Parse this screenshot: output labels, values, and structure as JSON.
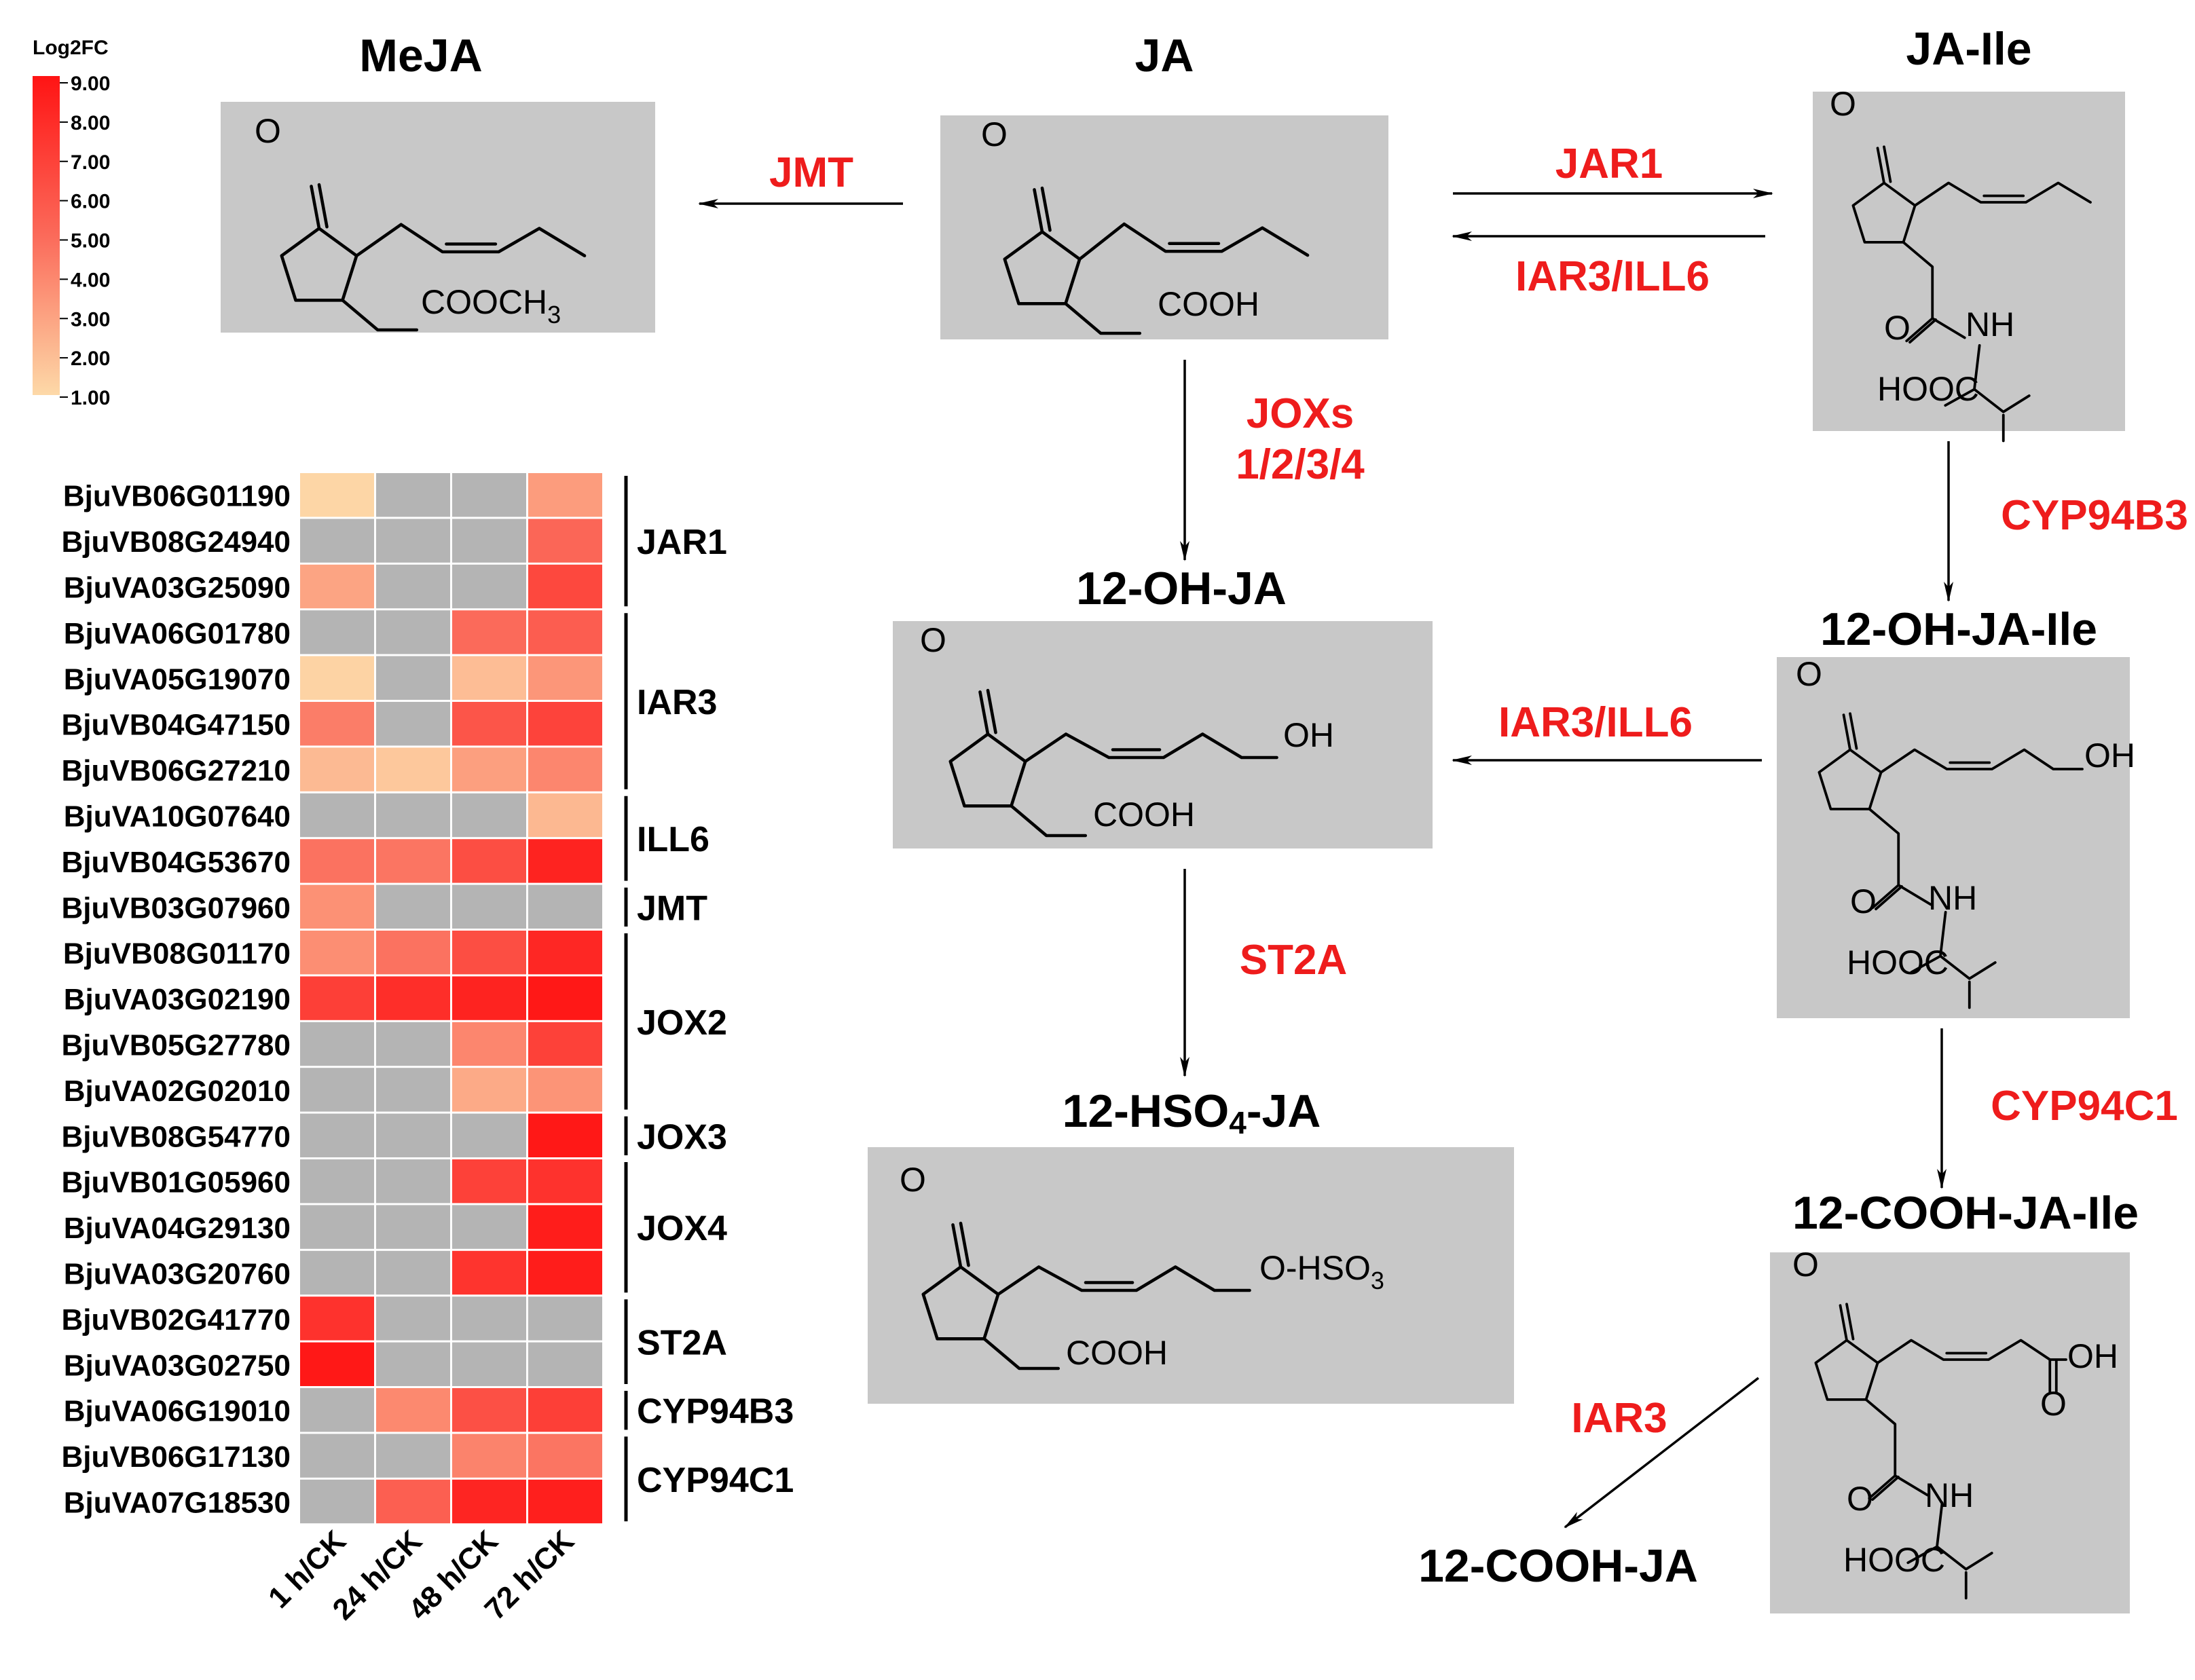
{
  "legend": {
    "title": "Log2FC",
    "ticks": [
      "9.00",
      "8.00",
      "7.00",
      "6.00",
      "5.00",
      "4.00",
      "3.00",
      "2.00",
      "1.00"
    ],
    "color_low": "#fdd9a8",
    "color_high": "#ff1414",
    "na_color": "#b4b4b4"
  },
  "heatmap": {
    "columns": [
      "1 h/CK",
      "24 h/CK",
      "48 h/CK",
      "72 h/CK"
    ],
    "rows": [
      {
        "gene": "BjuVB06G01190",
        "values": [
          1.1,
          null,
          null,
          3.2
        ]
      },
      {
        "gene": "BjuVB08G24940",
        "values": [
          null,
          null,
          null,
          5.2
        ]
      },
      {
        "gene": "BjuVA03G25090",
        "values": [
          2.9,
          null,
          null,
          6.6
        ]
      },
      {
        "gene": "BjuVA06G01780",
        "values": [
          null,
          null,
          5.0,
          5.6
        ]
      },
      {
        "gene": "BjuVA05G19070",
        "values": [
          1.2,
          null,
          2.0,
          3.4
        ]
      },
      {
        "gene": "BjuVB04G47150",
        "values": [
          4.3,
          null,
          6.0,
          6.8
        ]
      },
      {
        "gene": "BjuVB06G27210",
        "values": [
          2.1,
          1.6,
          3.1,
          4.0
        ]
      },
      {
        "gene": "BjuVA10G07640",
        "values": [
          null,
          null,
          null,
          2.2
        ]
      },
      {
        "gene": "BjuVB04G53670",
        "values": [
          4.7,
          4.6,
          6.3,
          8.3
        ]
      },
      {
        "gene": "BjuVB03G07960",
        "values": [
          3.6,
          null,
          null,
          null
        ]
      },
      {
        "gene": "BjuVB08G01170",
        "values": [
          3.7,
          4.7,
          6.3,
          8.1
        ]
      },
      {
        "gene": "BjuVA03G02190",
        "values": [
          7.0,
          7.8,
          8.3,
          8.8
        ]
      },
      {
        "gene": "BjuVB05G27780",
        "values": [
          null,
          null,
          4.0,
          6.9
        ]
      },
      {
        "gene": "BjuVA02G02010",
        "values": [
          null,
          null,
          2.7,
          3.5
        ]
      },
      {
        "gene": "BjuVB08G54770",
        "values": [
          null,
          null,
          null,
          8.8
        ]
      },
      {
        "gene": "BjuVB01G05960",
        "values": [
          null,
          null,
          6.9,
          7.6
        ]
      },
      {
        "gene": "BjuVA04G29130",
        "values": [
          null,
          null,
          null,
          8.6
        ]
      },
      {
        "gene": "BjuVA03G20760",
        "values": [
          null,
          null,
          7.5,
          8.6
        ]
      },
      {
        "gene": "BjuVB02G41770",
        "values": [
          7.6,
          null,
          null,
          null
        ]
      },
      {
        "gene": "BjuVA03G02750",
        "values": [
          8.8,
          null,
          null,
          null
        ]
      },
      {
        "gene": "BjuVA06G19010",
        "values": [
          null,
          3.9,
          6.2,
          7.0
        ]
      },
      {
        "gene": "BjuVB06G17130",
        "values": [
          null,
          null,
          4.1,
          4.6
        ]
      },
      {
        "gene": "BjuVA07G18530",
        "values": [
          null,
          5.5,
          8.2,
          8.5
        ]
      }
    ],
    "groups": [
      {
        "label": "JAR1",
        "start": 0,
        "end": 2
      },
      {
        "label": "IAR3",
        "start": 3,
        "end": 6
      },
      {
        "label": "ILL6",
        "start": 7,
        "end": 8
      },
      {
        "label": "JMT",
        "start": 9,
        "end": 9
      },
      {
        "label": "JOX2",
        "start": 10,
        "end": 13
      },
      {
        "label": "JOX3",
        "start": 14,
        "end": 14
      },
      {
        "label": "JOX4",
        "start": 15,
        "end": 17
      },
      {
        "label": "ST2A",
        "start": 18,
        "end": 19
      },
      {
        "label": "CYP94B3",
        "start": 20,
        "end": 20
      },
      {
        "label": "CYP94C1",
        "start": 21,
        "end": 22
      }
    ]
  },
  "pathway": {
    "titles": {
      "meja": "MeJA",
      "ja": "JA",
      "jaile": "JA-Ile",
      "oh_ja": "12-OH-JA",
      "oh_jaile": "12-OH-JA-Ile",
      "hso4_main": "12-HSO",
      "hso4_sub": "4",
      "hso4_tail": "-JA",
      "cooh_jaile": "12-COOH-JA-Ile",
      "cooh_ja": "12-COOH-JA"
    },
    "enzymes": {
      "jmt": "JMT",
      "jar1": "JAR1",
      "iar3_ill6_top": "IAR3/ILL6",
      "joxs_line1": "JOXs",
      "joxs_line2": "1/2/3/4",
      "cyp94b3": "CYP94B3",
      "iar3_ill6_mid": "IAR3/ILL6",
      "st2a": "ST2A",
      "cyp94c1": "CYP94C1",
      "iar3_bottom": "IAR3"
    },
    "atoms": {
      "o": "O",
      "cooh": "COOH",
      "cooch": "COOCH",
      "three": "3",
      "oh": "OH",
      "nh": "NH",
      "hooc": "HOOC",
      "ohso": "O-HSO",
      "oh_short": "OH"
    }
  }
}
